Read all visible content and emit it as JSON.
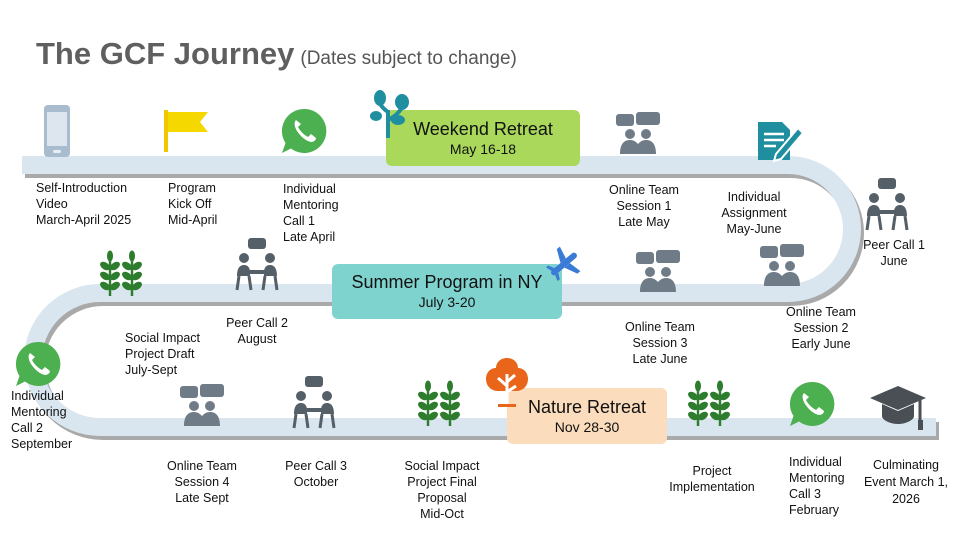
{
  "header": {
    "title": "The GCF Journey",
    "subtitle": "(Dates subject to change)"
  },
  "milestones": [
    {
      "id": "self-intro",
      "lines": [
        "Self-Introduction",
        "Video",
        "March-April 2025"
      ],
      "icon": "smartphone-icon"
    },
    {
      "id": "kickoff",
      "lines": [
        "Program",
        "Kick Off",
        "Mid-April"
      ],
      "icon": "flag-icon"
    },
    {
      "id": "mentoring-1",
      "lines": [
        "Individual",
        "Mentoring",
        "Call 1",
        "Late April"
      ],
      "icon": "whatsapp-icon"
    },
    {
      "id": "online-team-1",
      "lines": [
        "Online Team",
        "Session 1",
        "Late May"
      ],
      "icon": "team-chat-icon"
    },
    {
      "id": "assignment",
      "lines": [
        "Individual",
        "Assignment",
        "May-June"
      ],
      "icon": "document-edit-icon"
    },
    {
      "id": "peer-call-1",
      "lines": [
        "Peer Call 1",
        "June"
      ],
      "icon": "peer-call-icon"
    },
    {
      "id": "online-team-2",
      "lines": [
        "Online Team",
        "Session 2",
        "Early June"
      ],
      "icon": "team-chat-icon"
    },
    {
      "id": "online-team-3",
      "lines": [
        "Online Team",
        "Session 3",
        "Late June"
      ],
      "icon": "team-chat-icon"
    },
    {
      "id": "peer-call-2",
      "lines": [
        "Peer Call 2",
        "August"
      ],
      "icon": "peer-call-icon"
    },
    {
      "id": "project-draft",
      "lines": [
        "Social Impact",
        "Project Draft",
        "July-Sept"
      ],
      "icon": "wheat-icon"
    },
    {
      "id": "mentoring-2",
      "lines": [
        "Individual",
        "Mentoring",
        "Call 2",
        "September"
      ],
      "icon": "whatsapp-icon"
    },
    {
      "id": "online-team-4",
      "lines": [
        "Online Team",
        "Session 4",
        "Late Sept"
      ],
      "icon": "team-chat-icon"
    },
    {
      "id": "peer-call-3",
      "lines": [
        "Peer Call 3",
        "October"
      ],
      "icon": "peer-call-icon"
    },
    {
      "id": "project-final",
      "lines": [
        "Social Impact",
        "Project Final",
        "Proposal",
        "Mid-Oct"
      ],
      "icon": "wheat-icon"
    },
    {
      "id": "implementation",
      "lines": [
        "Project",
        "Implementation"
      ],
      "icon": "wheat-icon"
    },
    {
      "id": "mentoring-3",
      "lines": [
        "Individual",
        "Mentoring",
        "Call 3",
        "February"
      ],
      "icon": "whatsapp-icon"
    },
    {
      "id": "culminating",
      "lines": [
        "Culminating",
        "Event March 1,",
        "2026"
      ],
      "icon": "graduation-cap-icon"
    }
  ],
  "events": [
    {
      "id": "weekend-retreat",
      "title": "Weekend Retreat",
      "dates": "May 16-18",
      "color": "#a9d85a",
      "icon": "sprout-icon"
    },
    {
      "id": "summer-program",
      "title": "Summer Program in NY",
      "dates": "July 3-20",
      "color": "#7fd3cf",
      "icon": "airplane-icon"
    },
    {
      "id": "nature-retreat",
      "title": "Nature Retreat",
      "dates": "Nov 28-30",
      "color": "#fbdcbc",
      "icon": "tree-icon"
    }
  ],
  "colors": {
    "road": "#d9e6f0",
    "road_shadow": "#a9a9a9",
    "icon_gray": "#6f7c88",
    "whatsapp": "#4caf50",
    "wheat": "#2e7d2e",
    "flag": "#f5d000",
    "teal": "#1f8fa0",
    "title": "#5f5f5f"
  }
}
